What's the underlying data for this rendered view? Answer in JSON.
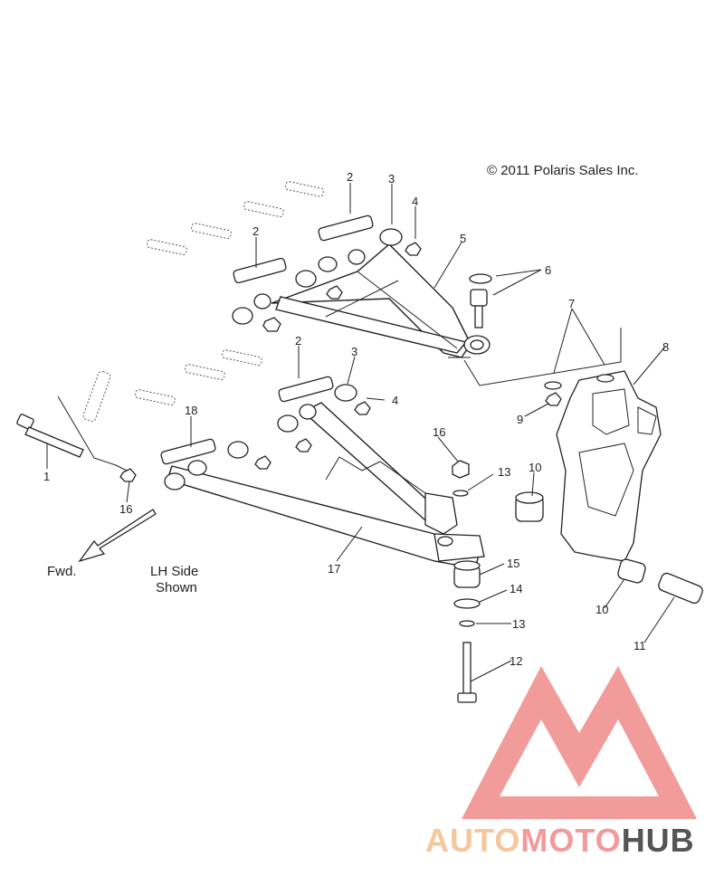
{
  "copyright": "© 2011 Polaris Sales Inc.",
  "notes": {
    "fwd": "Fwd.",
    "side_line1": "LH Side",
    "side_line2": "Shown"
  },
  "watermark": {
    "part1": "AUTO",
    "part2": "MOTO",
    "part3": "HUB",
    "color1": "#f5c79a",
    "color2": "#f19c9c",
    "color3": "#555555",
    "logo_color": "#f08a8a"
  },
  "callouts": {
    "c1": "1",
    "c2a": "2",
    "c2b": "2",
    "c2c": "2",
    "c3a": "3",
    "c3b": "3",
    "c4a": "4",
    "c4b": "4",
    "c5": "5",
    "c6": "6",
    "c7": "7",
    "c8": "8",
    "c9": "9",
    "c10a": "10",
    "c10b": "10",
    "c11": "11",
    "c12": "12",
    "c13a": "13",
    "c13b": "13",
    "c14": "14",
    "c15": "15",
    "c16a": "16",
    "c16b": "16",
    "c17": "17",
    "c18": "18"
  }
}
